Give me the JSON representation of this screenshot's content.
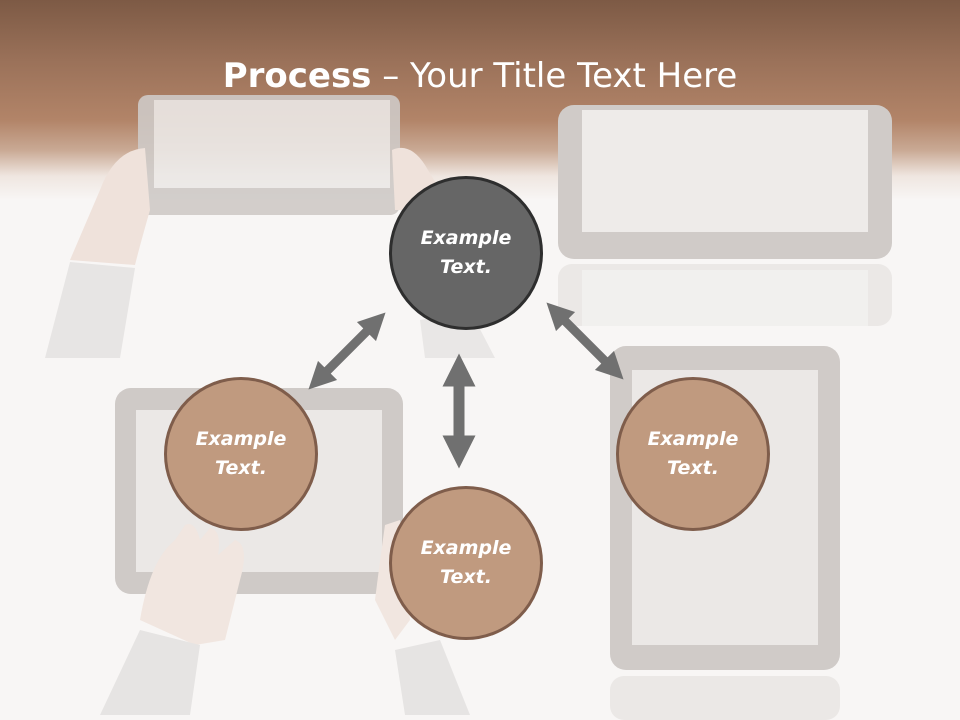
{
  "title": {
    "bold": "Process",
    "rest": " – Your Title Text Here"
  },
  "nodes": {
    "top": "Example Text.",
    "left": "Example Text.",
    "bottom": "Example Text.",
    "right": "Example Text."
  },
  "colors": {
    "header_top": "#7d5a45",
    "node_dark": "#666666",
    "node_tan": "#c09a7f",
    "arrow": "#707070"
  }
}
